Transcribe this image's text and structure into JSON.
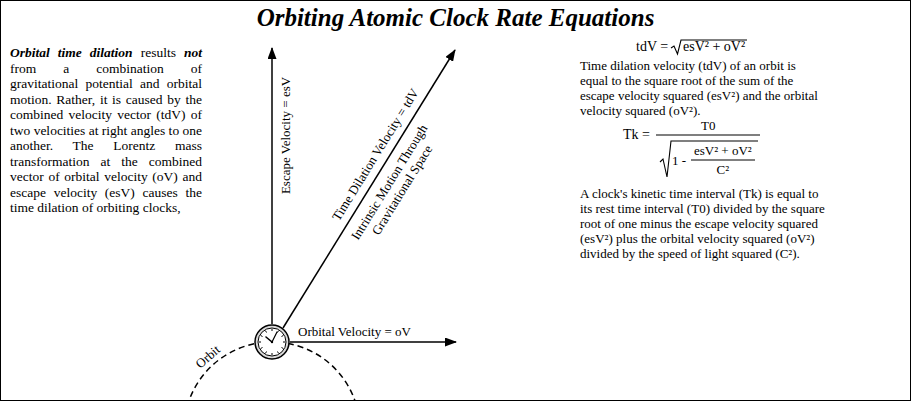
{
  "diagram": {
    "title": "Orbiting Atomic Clock Rate Equations",
    "labels": [
      "Orbital time dilation",
      "results",
      "not",
      "from a combination of gravitational potential and orbital motion. Rather, it is caused by the combined velocity vector (tdV) of two velocities at right angles to one another. The Lorentz mass transformation at the combined vector of orbital velocity (oV) and escape velocity (esV) causes the time dilation of orbiting clocks,",
      "Escape Velocity = esV",
      "Time Dilation Velocity = tdV",
      "Intrinsic Motion Through Gravitational Space",
      "Orbital Velocity = oV",
      "Orbit",
      "tdV =",
      "esV² + oV²",
      "Time dilation velocity (tdV) of an orbit is equal to the square root of the sum of the escape velocity squared (esV²) and the orbital velocity squared (oV²).",
      "Tk =",
      "T0",
      "1 -",
      "esV² + oV²",
      "C²",
      "A clock's kinetic time interval (Tk) is equal to its rest time interval (T0) divided by the square root of one minus the escape velocity squared (esV²) plus the orbital velocity squared (oV²) divided by the speed of light squared (C²)."
    ]
  }
}
